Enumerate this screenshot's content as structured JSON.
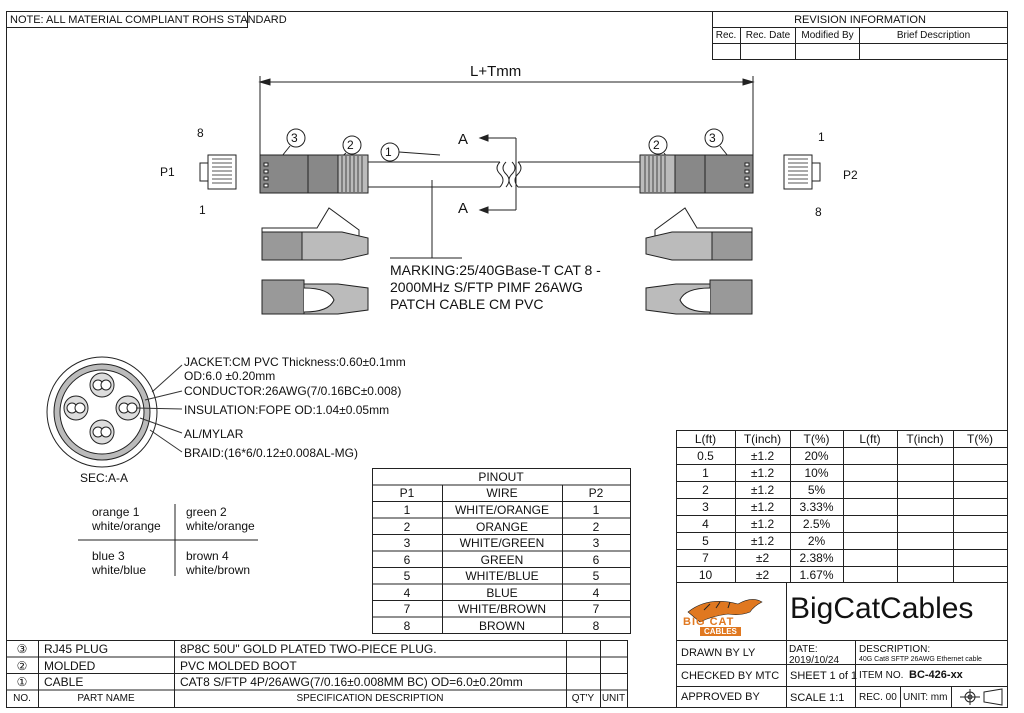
{
  "note": "NOTE: ALL MATERIAL COMPLIANT ROHS STANDARD",
  "revision": {
    "title": "REVISION INFORMATION",
    "cols": [
      "Rec.",
      "Rec. Date",
      "Modified By",
      "Brief Description"
    ]
  },
  "drawing": {
    "length_label": "L+Tmm",
    "p1": "P1",
    "p2": "P2",
    "pin8": "8",
    "pin1": "1",
    "callout1": "1",
    "callout2": "2",
    "callout3": "3",
    "section_a": "A",
    "marking": [
      "MARKING:25/40GBase-T CAT 8 -",
      "2000MHz S/FTP PIMF 26AWG",
      "PATCH CABLE CM PVC"
    ]
  },
  "cross_section": {
    "jacket": [
      "JACKET:CM PVC Thickness:0.60±0.1mm",
      "OD:6.0 ±0.20mm"
    ],
    "conductor": "CONDUCTOR:26AWG(7/0.16BC±0.008)",
    "insulation": "INSULATION:FOPE OD:1.04±0.05mm",
    "mylar": "AL/MYLAR",
    "braid": "BRAID:(16*6/0.12±0.008AL-MG)",
    "sec": "SEC:A-A"
  },
  "pairs": [
    {
      "l1": "orange  1",
      "l2": "white/orange"
    },
    {
      "l1": "green   2",
      "l2": "white/orange"
    },
    {
      "l1": "blue     3",
      "l2": "white/blue"
    },
    {
      "l1": "brown  4",
      "l2": "white/brown"
    }
  ],
  "pinout": {
    "title": "PINOUT",
    "headers": [
      "P1",
      "WIRE",
      "P2"
    ],
    "rows": [
      [
        "1",
        "WHITE/ORANGE",
        "1"
      ],
      [
        "2",
        "ORANGE",
        "2"
      ],
      [
        "3",
        "WHITE/GREEN",
        "3"
      ],
      [
        "6",
        "GREEN",
        "6"
      ],
      [
        "5",
        "WHITE/BLUE",
        "5"
      ],
      [
        "4",
        "BLUE",
        "4"
      ],
      [
        "7",
        "WHITE/BROWN",
        "7"
      ],
      [
        "8",
        "BROWN",
        "8"
      ]
    ]
  },
  "tolerance": {
    "headers": [
      "L(ft)",
      "T(inch)",
      "T(%)",
      "L(ft)",
      "T(inch)",
      "T(%)"
    ],
    "rows": [
      [
        "0.5",
        "±1.2",
        "20%"
      ],
      [
        "1",
        "±1.2",
        "10%"
      ],
      [
        "2",
        "±1.2",
        "5%"
      ],
      [
        "3",
        "±1.2",
        "3.33%"
      ],
      [
        "4",
        "±1.2",
        "2.5%"
      ],
      [
        "5",
        "±1.2",
        "2%"
      ],
      [
        "7",
        "±2",
        "2.38%"
      ],
      [
        "10",
        "±2",
        "1.67%"
      ]
    ]
  },
  "brand": {
    "name": "BigCatCables",
    "logo1": "BIG CAT",
    "logo2": "CABLES",
    "accent": "#E07820"
  },
  "title_block": {
    "drawn_by": "DRAWN BY   LY",
    "date_label": "DATE:",
    "date": "2019/10/24",
    "desc_label": "DESCRIPTION:",
    "desc": "40G Cat8 SFTP 26AWG Ethernet cable",
    "checked_by": "CHECKED BY   MTC",
    "sheet": "SHEET 1 of 1",
    "item_label": "ITEM NO.",
    "item": "BC-426-xx",
    "approved_by": "APPROVED BY",
    "scale": "SCALE 1:1",
    "rec": "REC. 00",
    "unit": "UNIT: mm"
  },
  "bom": {
    "rows": [
      {
        "no": "③",
        "name": "RJ45 PLUG",
        "spec": "8P8C 50U\" GOLD PLATED TWO-PIECE PLUG."
      },
      {
        "no": "②",
        "name": "MOLDED",
        "spec": "PVC MOLDED BOOT"
      },
      {
        "no": "①",
        "name": "CABLE",
        "spec": "CAT8 S/FTP 4P/26AWG(7/0.16±0.008MM BC)  OD=6.0±0.20mm"
      }
    ],
    "headers": [
      "NO.",
      "PART NAME",
      "SPECIFICATION DESCRIPTION",
      "QT'Y",
      "UNIT"
    ]
  }
}
